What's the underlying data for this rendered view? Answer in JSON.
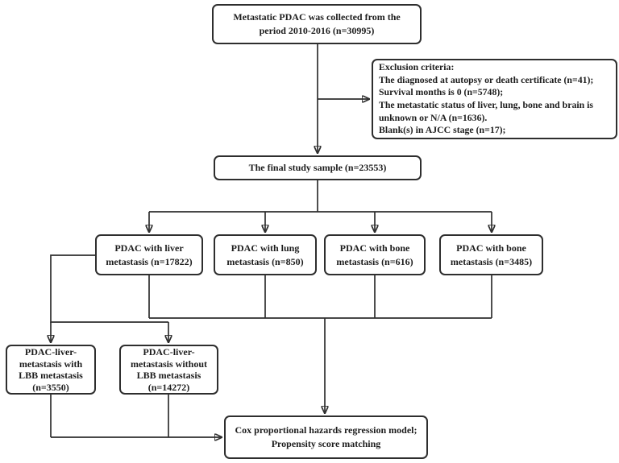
{
  "colors": {
    "line": "#2e2e2e",
    "text": "#1d1d1d",
    "box_fill": "#ffffff",
    "background": "#ffffff"
  },
  "boxes": {
    "collected": {
      "lines": [
        "Metastatic PDAC was collected from the",
        "period 2010-2016 (n=30995)"
      ]
    },
    "exclusion": {
      "lines": [
        "Exclusion criteria:",
        "The diagnosed at autopsy or death certificate (n=41);",
        "Survival months is 0 (n=5748);",
        "The metastatic status of liver, lung, bone and brain is",
        "unknown or N/A (n=1636).",
        "Blank(s) in AJCC stage (n=17);"
      ]
    },
    "final_sample": {
      "lines": [
        "The final study sample (n=23553)"
      ]
    },
    "liver": {
      "lines": [
        "PDAC with liver",
        "metastasis (n=17822)"
      ]
    },
    "lung": {
      "lines": [
        "PDAC with lung",
        "metastasis (n=850)"
      ]
    },
    "bone1": {
      "lines": [
        "PDAC with bone",
        "metastasis (n=616)"
      ]
    },
    "bone2": {
      "lines": [
        "PDAC with bone",
        "metastasis (n=3485)"
      ]
    },
    "with_lbb": {
      "lines": [
        "PDAC-liver-",
        "metastasis with",
        "LBB metastasis",
        "(n=3550)"
      ]
    },
    "without_lbb": {
      "lines": [
        "PDAC-liver-",
        "metastasis without",
        "LBB metastasis",
        "(n=14272)"
      ]
    },
    "analysis": {
      "lines": [
        "Cox proportional hazards regression model;",
        "Propensity score matching"
      ]
    }
  }
}
